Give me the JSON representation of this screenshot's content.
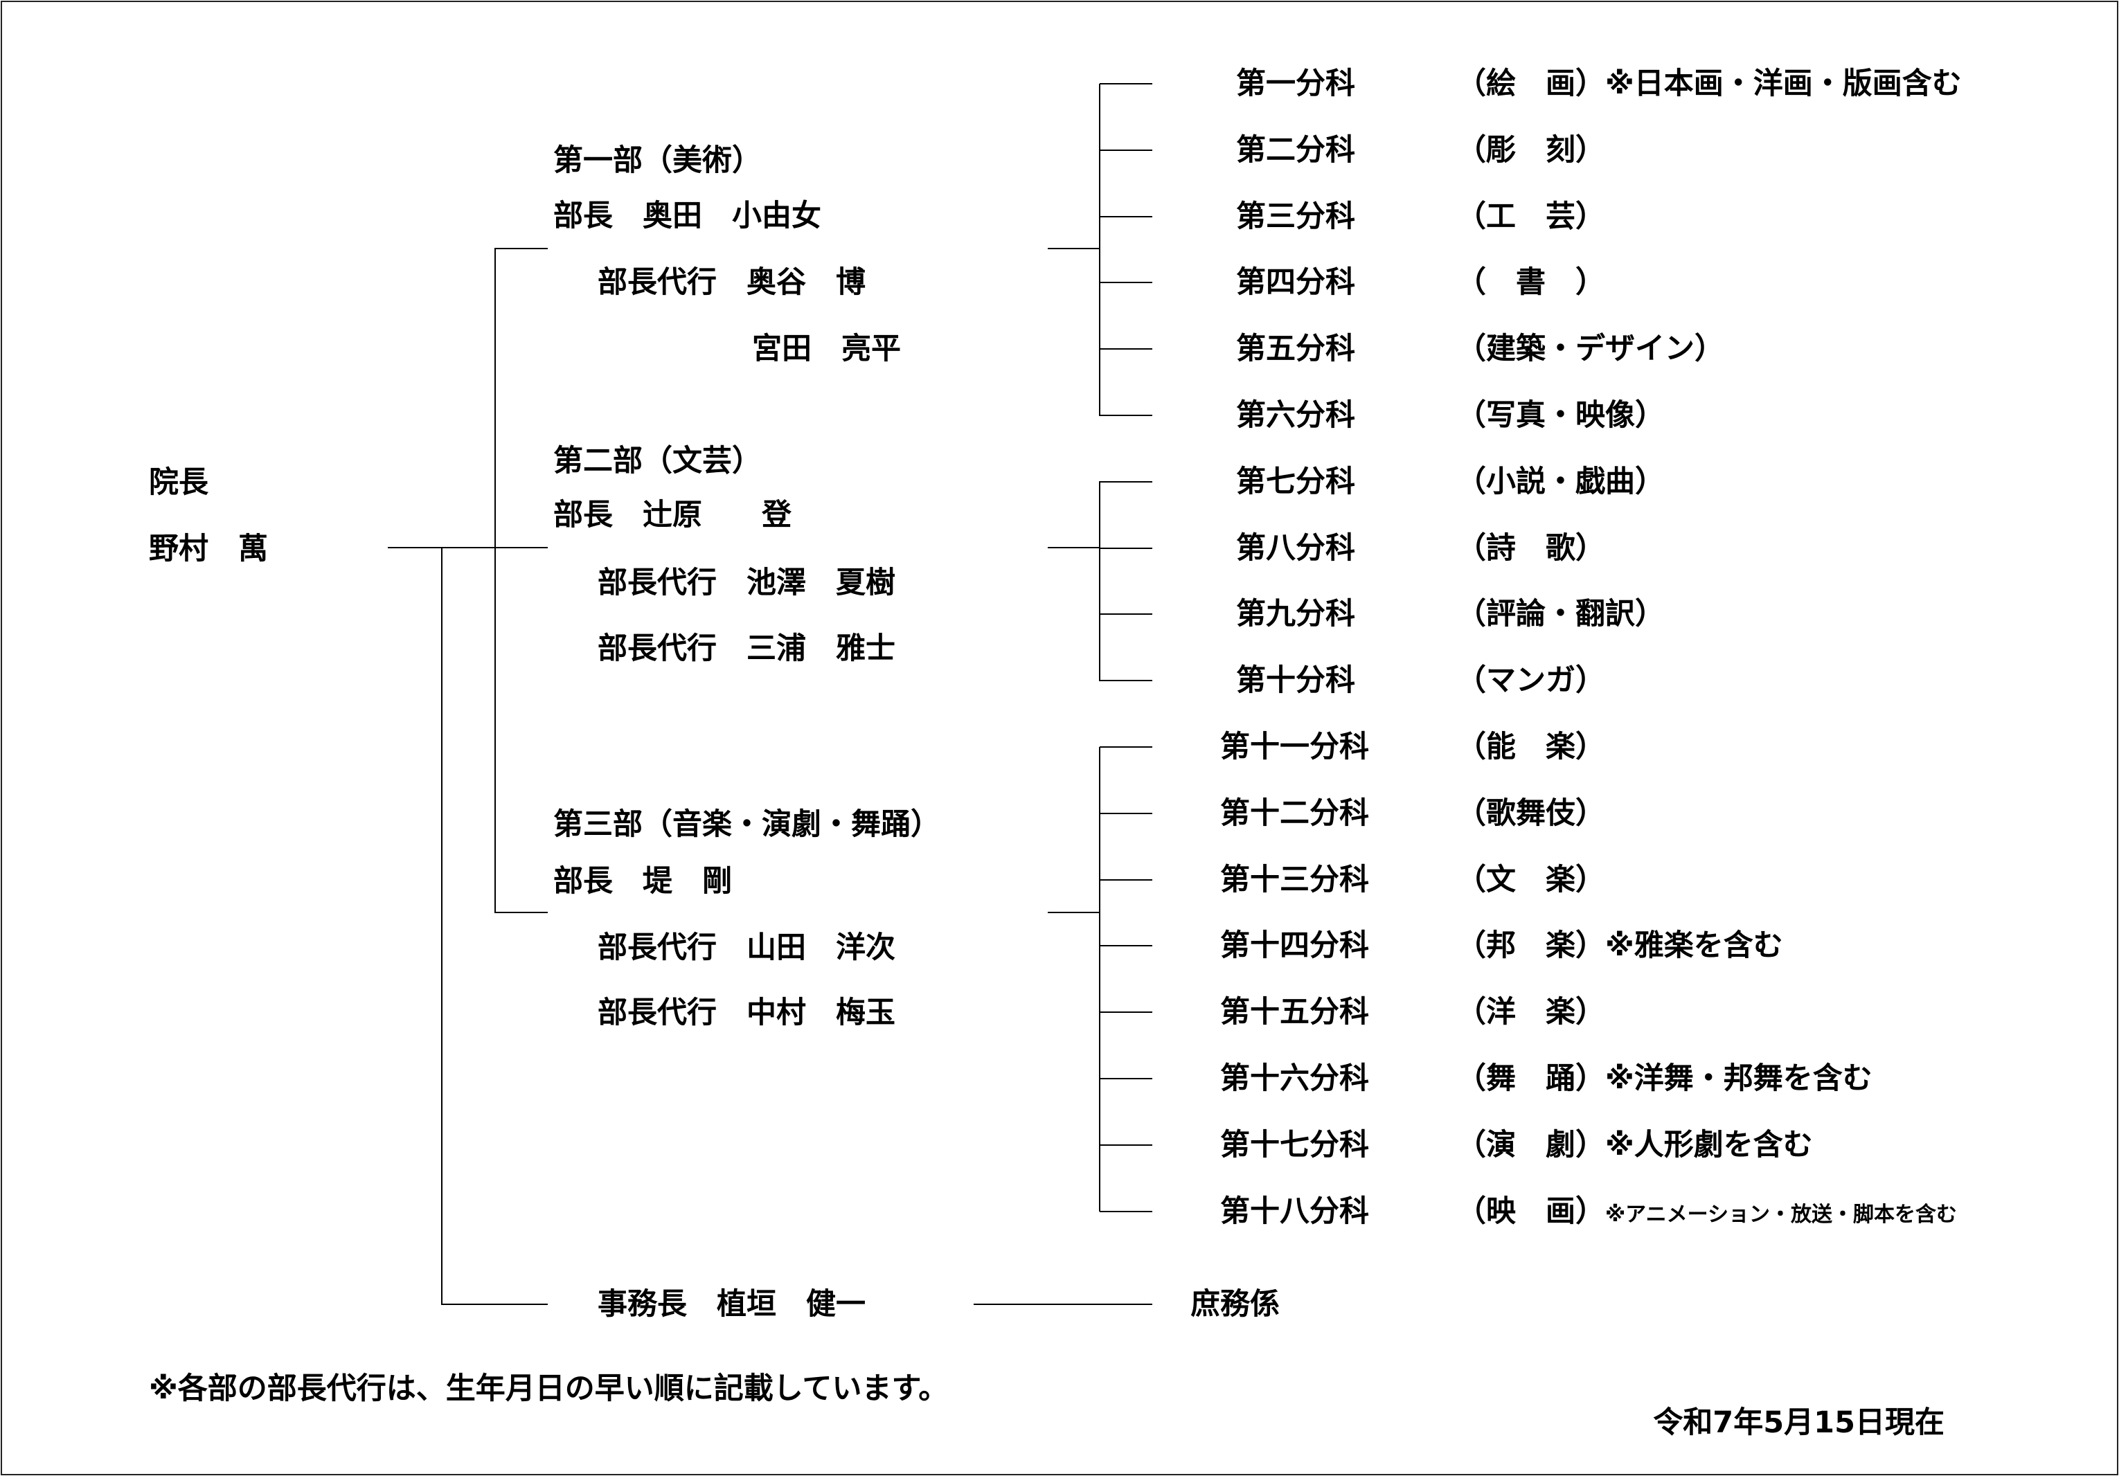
{
  "president": {
    "title": "院長",
    "name": "野村　萬"
  },
  "departments": [
    {
      "title": "第一部（美術）",
      "head": "部長　奥田　小由女",
      "deputies": [
        "部長代行　奥谷　博",
        "宮田　亮平"
      ]
    },
    {
      "title": "第二部（文芸）",
      "head": "部長　辻原　　登",
      "deputies": [
        "部長代行　池澤　夏樹",
        "部長代行　三浦　雅士"
      ]
    },
    {
      "title": "第三部（音楽・演劇・舞踊）",
      "head": "部長　堤　剛",
      "deputies": [
        "部長代行　山田　洋次",
        "部長代行　中村　梅玉"
      ]
    }
  ],
  "sections": [
    {
      "name": "第一分科",
      "desc": "（絵　画）※日本画・洋画・版画含む"
    },
    {
      "name": "第二分科",
      "desc": "（彫　刻）"
    },
    {
      "name": "第三分科",
      "desc": "（工　芸）"
    },
    {
      "name": "第四分科",
      "desc": "（　書　）"
    },
    {
      "name": "第五分科",
      "desc": "（建築・デザイン）"
    },
    {
      "name": "第六分科",
      "desc": "（写真・映像）"
    },
    {
      "name": "第七分科",
      "desc": "（小説・戯曲）"
    },
    {
      "name": "第八分科",
      "desc": "（詩　歌）"
    },
    {
      "name": "第九分科",
      "desc": "（評論・翻訳）"
    },
    {
      "name": "第十分科",
      "desc": "（マンガ）"
    },
    {
      "name": "第十一分科",
      "desc": "（能　楽）"
    },
    {
      "name": "第十二分科",
      "desc": "（歌舞伎）"
    },
    {
      "name": "第十三分科",
      "desc": "（文　楽）"
    },
    {
      "name": "第十四分科",
      "desc": "（邦　楽）※雅楽を含む"
    },
    {
      "name": "第十五分科",
      "desc": "（洋　楽）"
    },
    {
      "name": "第十六分科",
      "desc": "（舞　踊）※洋舞・邦舞を含む"
    },
    {
      "name": "第十七分科",
      "desc": "（演　劇）※人形劇を含む"
    },
    {
      "name": "第十八分科",
      "desc": "（映　画）",
      "note": "※アニメーション・放送・脚本を含む"
    }
  ],
  "secretariat": {
    "head": "事務長　植垣　健一",
    "unit": "庶務係"
  },
  "footnote": "※各部の部長代行は、生年月日の早い順に記載しています。",
  "date": "令和7年5月15日現在"
}
